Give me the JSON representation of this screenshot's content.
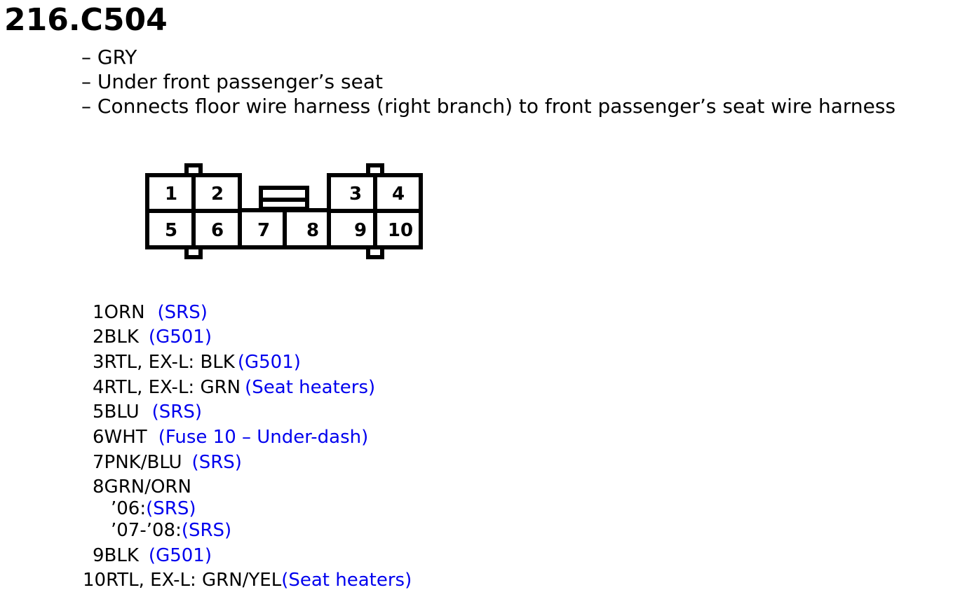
{
  "connector": {
    "title": "216.C504",
    "details": [
      "GRY",
      "Under front passenger’s seat",
      "Connects floor wire harness (right branch) to front passenger’s seat wire harness"
    ],
    "pin_numbers": [
      "1",
      "2",
      "3",
      "4",
      "5",
      "6",
      "7",
      "8",
      "9",
      "10"
    ]
  },
  "pins": [
    {
      "num": "1",
      "color": "ORN",
      "dest": "(SRS)"
    },
    {
      "num": "2",
      "color": "BLK",
      "dest": "(G501)"
    },
    {
      "num": "3",
      "color": "RTL, EX-L: BLK",
      "dest": "(G501)"
    },
    {
      "num": "4",
      "color": "RTL, EX-L: GRN",
      "dest": "(Seat heaters)"
    },
    {
      "num": "5",
      "color": "BLU",
      "dest": "(SRS)"
    },
    {
      "num": "6",
      "color": "WHT",
      "dest": "(Fuse 10 – Under-dash)"
    },
    {
      "num": "7",
      "color": "PNK/BLU",
      "dest": "(SRS)"
    },
    {
      "num": "8",
      "color": "GRN/ORN",
      "dest": "",
      "variants": [
        {
          "label": "’06:",
          "dest": "(SRS)"
        },
        {
          "label": "’07-’08:",
          "dest": "(SRS)"
        }
      ]
    },
    {
      "num": "9",
      "color": "BLK",
      "dest": "(G501)"
    },
    {
      "num": "10",
      "color": "RTL, EX-L: GRN/YEL",
      "dest": "(Seat heaters)"
    }
  ],
  "colors": {
    "destination_link": "#0000ee",
    "text": "#000000",
    "background": "#ffffff"
  }
}
